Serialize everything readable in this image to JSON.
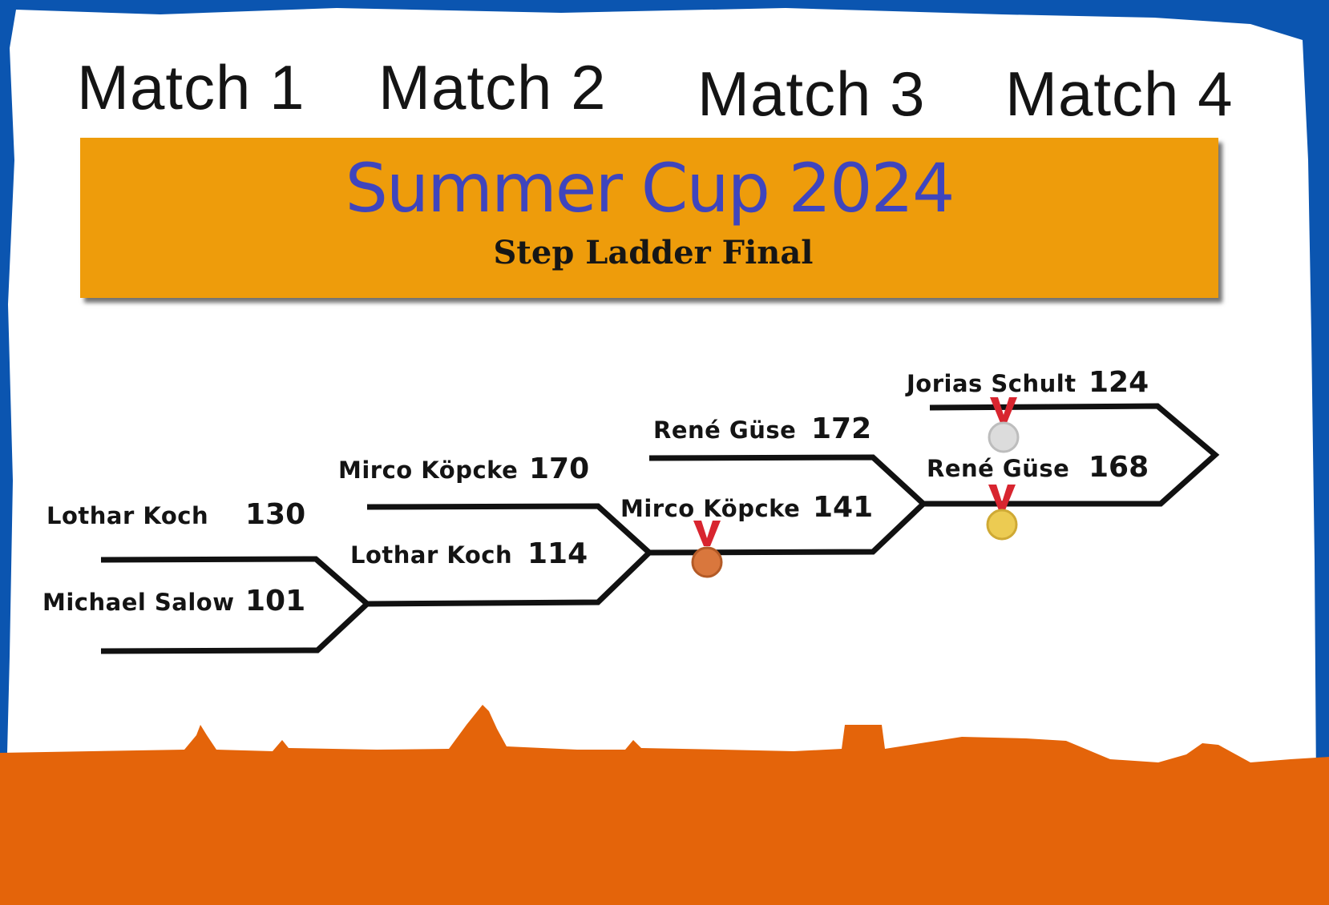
{
  "matches": [
    "Match 1",
    "Match 2",
    "Match 3",
    "Match 4"
  ],
  "title": "Summer Cup 2024",
  "subtitle": "Step Ladder Final",
  "entries": [
    {
      "name": "Lothar Koch",
      "score": "130"
    },
    {
      "name": "Michael Salow",
      "score": "101"
    },
    {
      "name": "Mirco Köpcke",
      "score": "170"
    },
    {
      "name": "Lothar Koch",
      "score": "114"
    },
    {
      "name": "René Güse",
      "score": "172"
    },
    {
      "name": "Mirco Köpcke",
      "score": "141"
    },
    {
      "name": "Jorias Schult",
      "score": "124"
    },
    {
      "name": "René Güse",
      "score": "168"
    }
  ],
  "medals": [
    {
      "type": "bronze",
      "icon": "bronze-medal-icon",
      "color": "#d9773d"
    },
    {
      "type": "silver",
      "icon": "silver-medal-icon",
      "color": "#dcdcdc"
    },
    {
      "type": "gold",
      "icon": "gold-medal-icon",
      "color": "#eccb52"
    }
  ],
  "colors": {
    "border": "#0b55b0",
    "banner": "#ee9c0b",
    "title": "#3f45bd",
    "skyline": "#e4640a",
    "ribbon": "#d8252f"
  }
}
